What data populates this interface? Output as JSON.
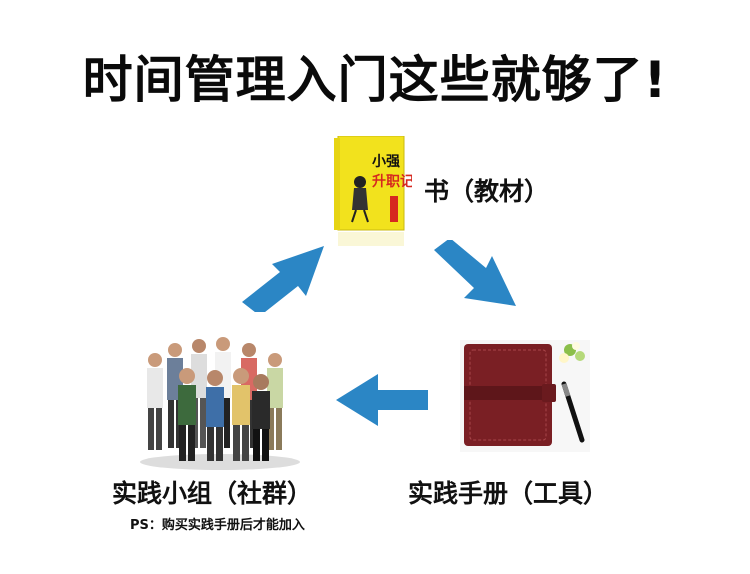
{
  "title": "时间管理入门这些就够了!",
  "book": {
    "label": "书（教材）",
    "cover_text": "小强升职记"
  },
  "group": {
    "label": "实践小组（社群）",
    "note": "PS：购买实践手册后才能加入"
  },
  "manual": {
    "label": "实践手册（工具）"
  },
  "colors": {
    "arrow": "#2b86c5",
    "book_cover": "#f2e21d",
    "notebook": "#7a1f24"
  }
}
